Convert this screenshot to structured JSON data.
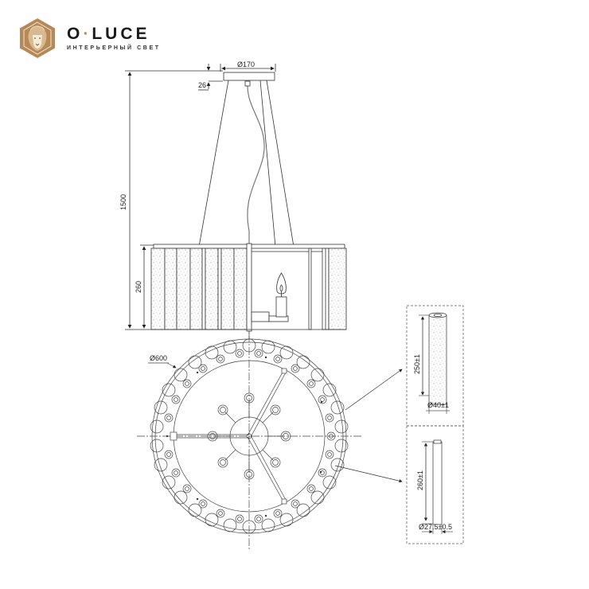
{
  "brand": {
    "name_left": "O",
    "name_dot": "·",
    "name_right": "LUCE",
    "tagline": "ИНТЕРЬЕРНЫЙ СВЕТ",
    "accent_color": "#b58a57"
  },
  "drawing": {
    "type": "technical drawing of pendant chandelier",
    "side_view": {
      "canopy_diameter": "Ø170",
      "canopy_height": "26",
      "total_height": "1500",
      "shade_height": "260"
    },
    "top_view": {
      "diameter": "Ø600"
    },
    "detail_crystal": {
      "length": "250±1",
      "diameter": "Ø40±1"
    },
    "detail_rod": {
      "length": "260±1",
      "diameter": "Ø27.5±0.5"
    }
  }
}
